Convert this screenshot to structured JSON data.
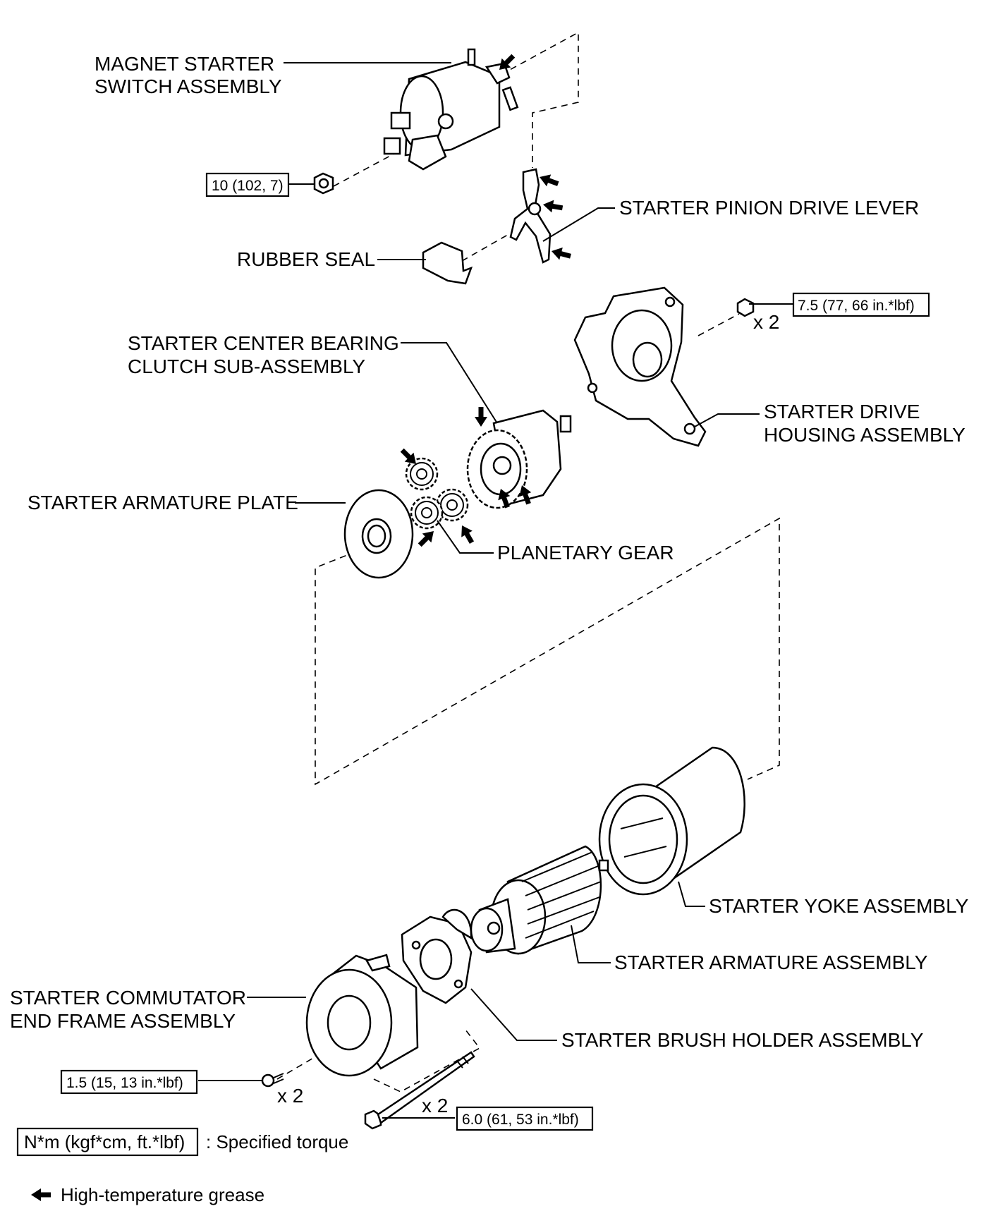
{
  "labels": {
    "magnet_switch_1": "MAGNET STARTER",
    "magnet_switch_2": "SWITCH ASSEMBLY",
    "pinion_drive_lever": "STARTER PINION DRIVE LEVER",
    "rubber_seal": "RUBBER SEAL",
    "center_bearing_1": "STARTER CENTER BEARING",
    "center_bearing_2": "CLUTCH SUB-ASSEMBLY",
    "drive_housing_1": "STARTER DRIVE",
    "drive_housing_2": "HOUSING ASSEMBLY",
    "armature_plate": "STARTER ARMATURE PLATE",
    "planetary_gear": "PLANETARY GEAR",
    "yoke": "STARTER YOKE ASSEMBLY",
    "armature": "STARTER ARMATURE ASSEMBLY",
    "commutator_1": "STARTER COMMUTATOR",
    "commutator_2": "END FRAME ASSEMBLY",
    "brush_holder": "STARTER BRUSH HOLDER ASSEMBLY"
  },
  "torques": {
    "magnet_nut": "10 (102, 7)",
    "housing_nut": "7.5 (77, 66 in.*lbf)",
    "end_frame_screw": "1.5 (15, 13 in.*lbf)",
    "through_bolt": "6.0 (61, 53 in.*lbf)"
  },
  "quantities": {
    "housing_nut": "x 2",
    "end_frame_screw": "x 2",
    "through_bolt": "x 2"
  },
  "legend": {
    "torque_unit": "N*m (kgf*cm, ft.*lbf)",
    "torque_desc": ": Specified torque",
    "grease_desc": "High-temperature grease"
  }
}
